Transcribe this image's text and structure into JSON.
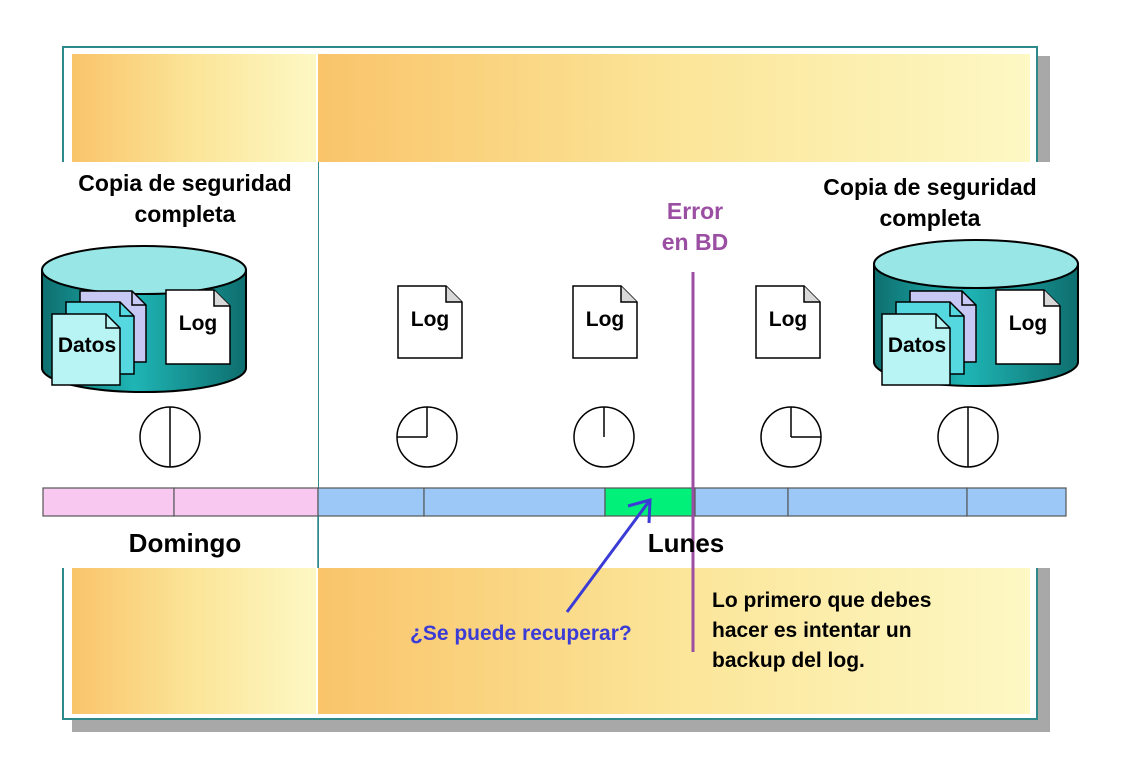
{
  "sunday_full_backup": {
    "caption_line1": "Copia de seguridad",
    "caption_line2": "completa",
    "data_label": "Datos",
    "log_label": "Log"
  },
  "monday_full_backup": {
    "caption_line1": "Copia de seguridad",
    "caption_line2": "completa",
    "data_label": "Datos",
    "log_label": "Log"
  },
  "log_backups": [
    {
      "label": "Log"
    },
    {
      "label": "Log"
    },
    {
      "label": "Log"
    }
  ],
  "error": {
    "line1": "Error",
    "line2": "en BD",
    "color": "#9b4fa3"
  },
  "days": {
    "sunday": "Domingo",
    "monday": "Lunes"
  },
  "question": {
    "text": "¿Se puede recuperar?",
    "color": "#3b3bd6"
  },
  "note": {
    "line1": "Lo primero que debes",
    "line2": "hacer es intentar un",
    "line3": "backup del log."
  },
  "colors": {
    "sunday_segment": "#f8c8f0",
    "monday_segment": "#9cc8f8",
    "failure_segment": "#00f07a",
    "frame": "#2e8a8a"
  }
}
